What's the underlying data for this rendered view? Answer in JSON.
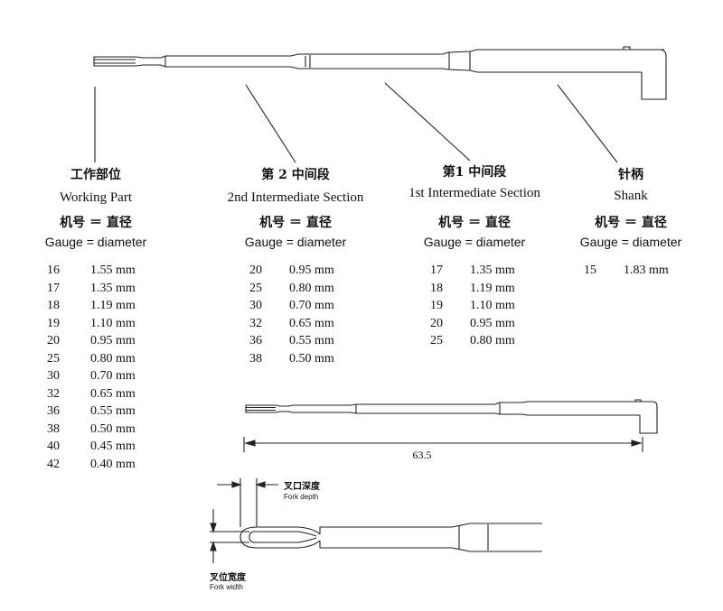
{
  "columns": [
    {
      "id": "working-part",
      "title_cn": "工作部位",
      "title_en": "Working Part",
      "gauge_cn": "机号 ＝ 直径",
      "gauge_en": "Gauge = diameter",
      "rows": [
        {
          "gauge": "16",
          "diameter": "1.55 mm"
        },
        {
          "gauge": "17",
          "diameter": "1.35 mm"
        },
        {
          "gauge": "18",
          "diameter": "1.19 mm"
        },
        {
          "gauge": "19",
          "diameter": "1.10 mm"
        },
        {
          "gauge": "20",
          "diameter": "0.95 mm"
        },
        {
          "gauge": "25",
          "diameter": "0.80 mm"
        },
        {
          "gauge": "30",
          "diameter": "0.70 mm"
        },
        {
          "gauge": "32",
          "diameter": "0.65 mm"
        },
        {
          "gauge": "36",
          "diameter": "0.55 mm"
        },
        {
          "gauge": "38",
          "diameter": "0.50 mm"
        },
        {
          "gauge": "40",
          "diameter": "0.45 mm"
        },
        {
          "gauge": "42",
          "diameter": "0.40 mm"
        }
      ]
    },
    {
      "id": "second-intermediate",
      "title_cn": "第 2 中间段",
      "title_en": "2nd Intermediate Section",
      "gauge_cn": "机号 ＝ 直径",
      "gauge_en": "Gauge = diameter",
      "rows": [
        {
          "gauge": "20",
          "diameter": "0.95 mm"
        },
        {
          "gauge": "25",
          "diameter": "0.80 mm"
        },
        {
          "gauge": "30",
          "diameter": "0.70 mm"
        },
        {
          "gauge": "32",
          "diameter": "0.65 mm"
        },
        {
          "gauge": "36",
          "diameter": "0.55 mm"
        },
        {
          "gauge": "38",
          "diameter": "0.50 mm"
        }
      ]
    },
    {
      "id": "first-intermediate",
      "title_cn": "第1 中间段",
      "title_en": "1st Intermediate Section",
      "gauge_cn": "机号 ＝ 直径",
      "gauge_en": "Gauge = diameter",
      "rows": [
        {
          "gauge": "17",
          "diameter": "1.35 mm"
        },
        {
          "gauge": "18",
          "diameter": "1.19 mm"
        },
        {
          "gauge": "19",
          "diameter": "1.10 mm"
        },
        {
          "gauge": "20",
          "diameter": "0.95 mm"
        },
        {
          "gauge": "25",
          "diameter": "0.80 mm"
        }
      ]
    },
    {
      "id": "shank",
      "title_cn": "针柄",
      "title_en": "Shank",
      "gauge_cn": "机号 ＝ 直径",
      "gauge_en": "Gauge = diameter",
      "rows": [
        {
          "gauge": "15",
          "diameter": "1.83 mm"
        }
      ]
    }
  ],
  "length_dimension": "63.5",
  "fork_depth": {
    "cn": "叉口深度",
    "en": "Fork depth"
  },
  "fork_width": {
    "cn": "叉位宽度",
    "en": "Fork width"
  }
}
